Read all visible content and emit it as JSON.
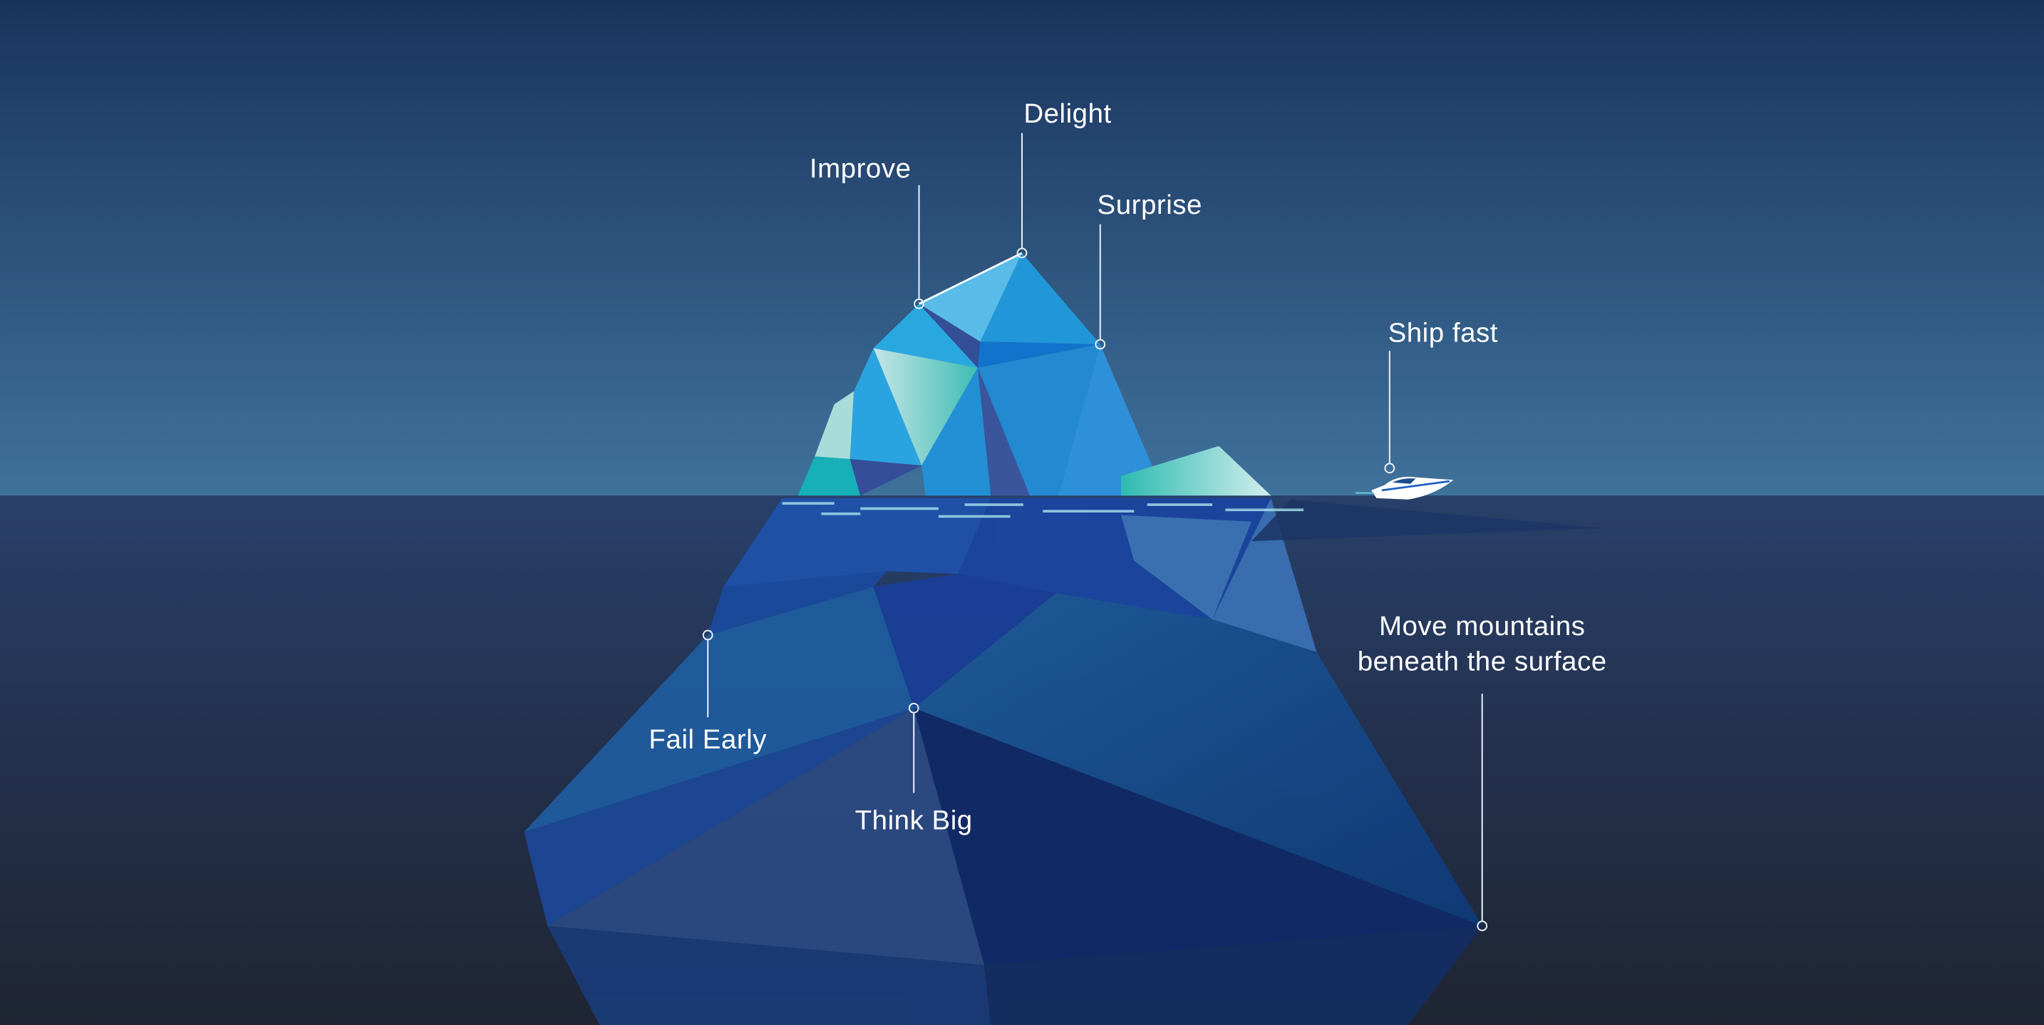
{
  "labels": {
    "delight": "Delight",
    "improve": "Improve",
    "surprise": "Surprise",
    "ship_fast": "Ship fast",
    "fail_early": "Fail Early",
    "think_big": "Think Big",
    "move_mountains_line1": "Move mountains",
    "move_mountains_line2": "beneath the surface"
  },
  "colors": {
    "sky_top": "#1b3560",
    "sky_horizon": "#3e719a",
    "water_top": "#263a5e",
    "water_bottom": "#1f2533",
    "ice_light": "#58bbe8",
    "ice_mid": "#2196d8",
    "ice_dark": "#344e98",
    "ice_teal": "#17b0b8"
  }
}
